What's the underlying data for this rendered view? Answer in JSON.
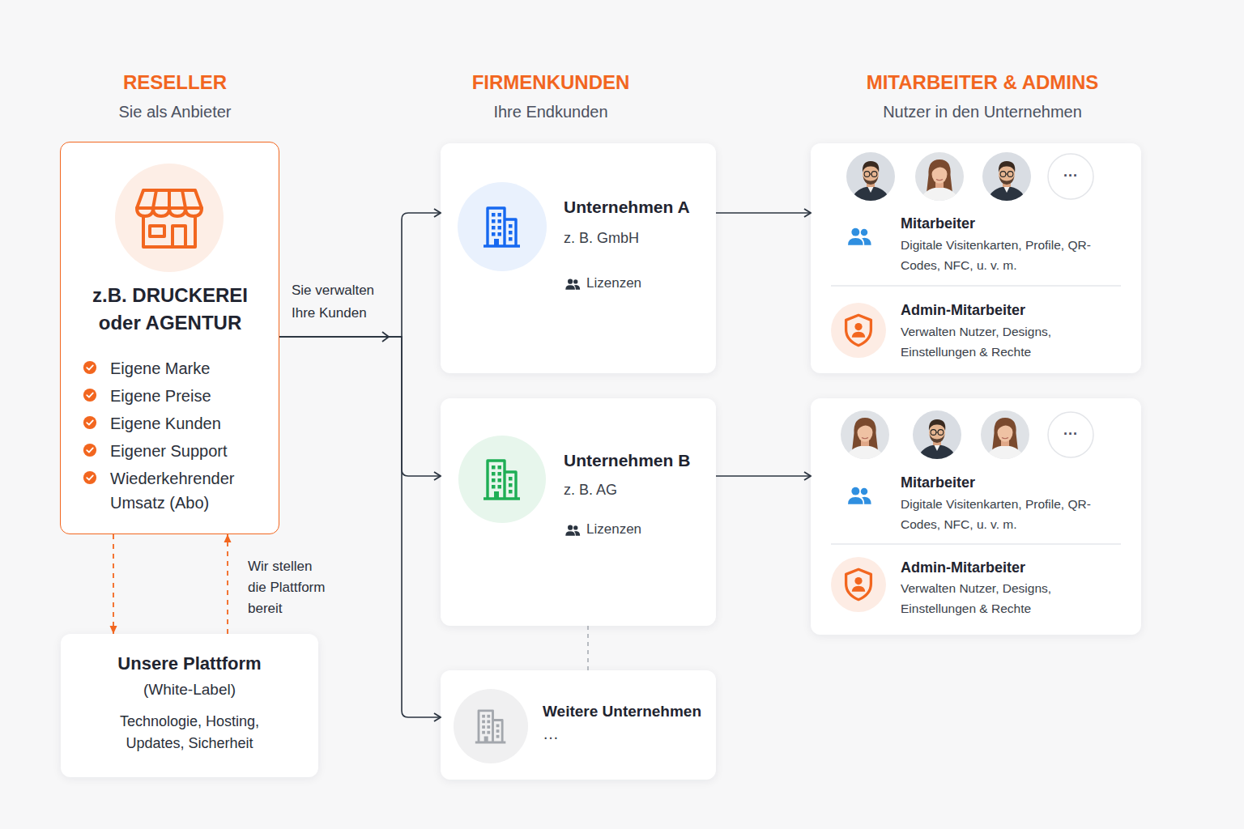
{
  "diagram": {
    "nodes": [
      {
        "text": [
          "z.B. DRUCKEREI oder AGENTUR",
          "Eigene Marke",
          "Eigene Preise",
          "Eigene Kunden",
          "Eigener Support",
          "Wiederkehrender Umsatz (Abo)"
        ]
      },
      {
        "text": [
          "Unsere Plattform",
          "(White-Label)",
          "Technologie, Hosting, Updates, Sicherheit"
        ]
      },
      {
        "text": [
          "Unternehmen A",
          "z. B. GmbH",
          "Lizenzen"
        ]
      },
      {
        "text": [
          "Mitarbeiter",
          "Digitale Visitenkarten, Profile, QR-Codes, NFC, u. v. m.",
          "Admin-Mitarbeiter",
          "Verwalten Nutzer, Designs, Einstellungen & Rechte"
        ]
      },
      {
        "text": [
          "Unternehmen B",
          "z. B. AG",
          "Lizenzen"
        ]
      },
      {
        "text": [
          "Mitarbeiter",
          "Digitale Visitenkarten, Profile, QR-Codes, NFC, u. v. m.",
          "Admin-Mitarbeiter",
          "Verwalten Nutzer, Designs, Einstellungen & Rechte"
        ]
      },
      {
        "text": [
          "Weitere Unternehmen",
          "…"
        ]
      }
    ],
    "edges": [
      {
        "from": 0,
        "to": 2,
        "label": "Sie verwalten Ihre Kunden",
        "arrow": "to"
      },
      {
        "from": 0,
        "to": 4,
        "arrow": "to"
      },
      {
        "from": 0,
        "to": 6,
        "arrow": "to"
      },
      {
        "from": 2,
        "to": 3,
        "arrow": "to"
      },
      {
        "from": 4,
        "to": 5,
        "arrow": "to"
      },
      {
        "from": 0,
        "to": 1,
        "arrow": "to"
      },
      {
        "from": 1,
        "to": 0,
        "label": "Wir stellen die Plattform bereit",
        "arrow": "to"
      },
      {
        "from": 4,
        "to": 6,
        "arrow": "none"
      }
    ],
    "labels": [
      "RESELLER",
      "Sie als Anbieter",
      "FIRMENKUNDEN",
      "Ihre Endkunden",
      "MITARBEITER & ADMINS",
      "Nutzer in den Unternehmen",
      "···",
      "···"
    ]
  }
}
